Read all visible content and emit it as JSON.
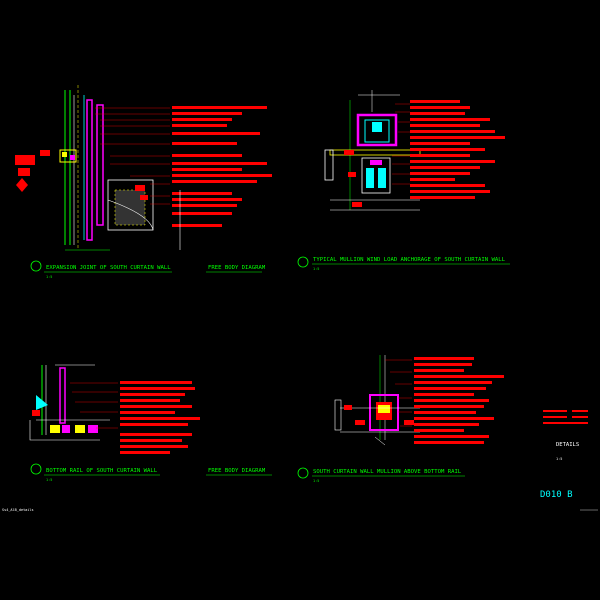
{
  "details": [
    {
      "title": "EXPANSION JOINT OF SOUTH CURTAIN WALL",
      "scale": "1:5"
    },
    {
      "title": "FREE BODY DIAGRAM",
      "scale": ""
    },
    {
      "title": "TYPICAL MULLION WIND LOAD ANCHORAGE OF SOUTH CURTAIN WALL",
      "scale": "1:5"
    },
    {
      "title": "BOTTOM RAIL OF SOUTH CURTAIN WALL",
      "scale": "1:5"
    },
    {
      "title": "FREE BODY DIAGRAM",
      "scale": ""
    },
    {
      "title": "SOUTH CURTAIN WALL MULLION ABOVE BOTTOM RAIL",
      "scale": "1:5"
    }
  ],
  "title_block": {
    "heading": "DETAILS",
    "scale_note": "1:5",
    "sheet_number": "D010 B"
  },
  "footer": {
    "filename": "Ss4_AlB_details"
  },
  "colors": {
    "background": "#000000",
    "title_text": "#00ff00",
    "annotation": "#ff0000",
    "title_block": "#ffffff",
    "sheet_number": "#00ffff",
    "steel": "#ff00ff",
    "glass": "#00ffff",
    "anchor": "#ffff00"
  }
}
